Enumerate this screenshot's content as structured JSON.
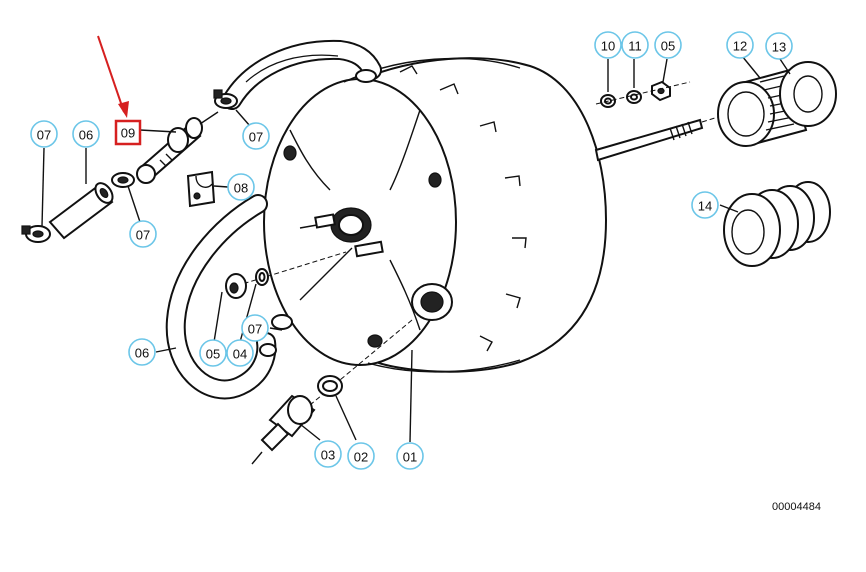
{
  "diagram": {
    "drawing_number": "00004484",
    "highlight_color": "#d62020",
    "callout_color": "#6cc6e8",
    "highlighted_part": "09",
    "callouts": [
      {
        "label": "01"
      },
      {
        "label": "02"
      },
      {
        "label": "03"
      },
      {
        "label": "04"
      },
      {
        "label": "05"
      },
      {
        "label": "05"
      },
      {
        "label": "06"
      },
      {
        "label": "06"
      },
      {
        "label": "07"
      },
      {
        "label": "07"
      },
      {
        "label": "07"
      },
      {
        "label": "07"
      },
      {
        "label": "08"
      },
      {
        "label": "09"
      },
      {
        "label": "10"
      },
      {
        "label": "11"
      },
      {
        "label": "12"
      },
      {
        "label": "13"
      },
      {
        "label": "14"
      }
    ]
  }
}
